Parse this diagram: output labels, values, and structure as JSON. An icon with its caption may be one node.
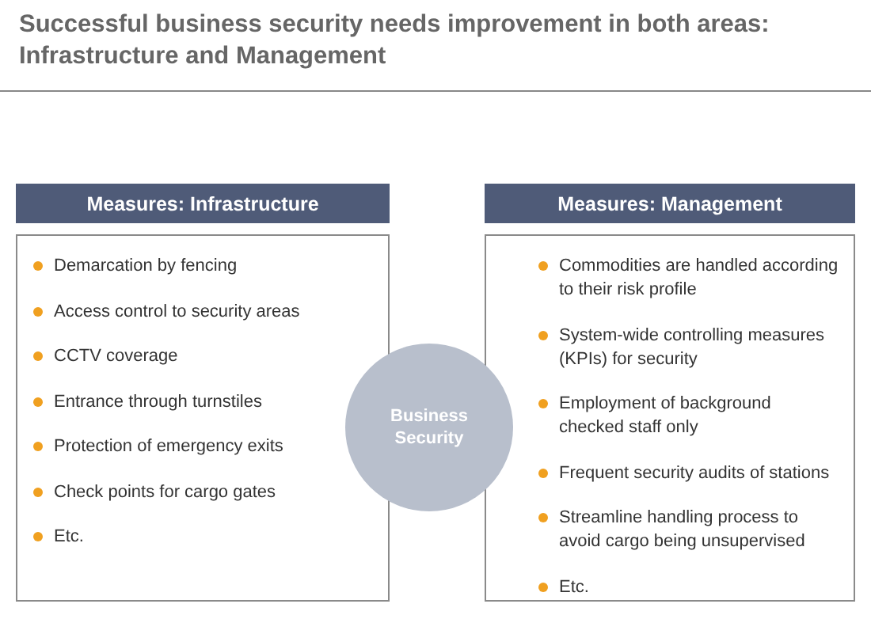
{
  "diagram": {
    "title": "Successful business security needs improvement in both areas: Infrastructure and Management",
    "nodes": [
      {
        "text": [
          "Measures: Infrastructure",
          "Demarcation by fencing",
          "Access control to security areas",
          "CCTV coverage",
          "Entrance through turnstiles",
          "Protection of emergency exits",
          "Check points for cargo gates",
          "Etc."
        ]
      },
      {
        "text": [
          "Business Security"
        ]
      },
      {
        "text": [
          "Measures: Management",
          "Commodities are handled according to their risk profile",
          "System-wide controlling measures (KPIs) for security",
          "Employment of background checked staff only",
          "Frequent security audits of stations",
          "Streamline handling process to avoid cargo being unsupervised",
          "Etc."
        ]
      }
    ]
  }
}
